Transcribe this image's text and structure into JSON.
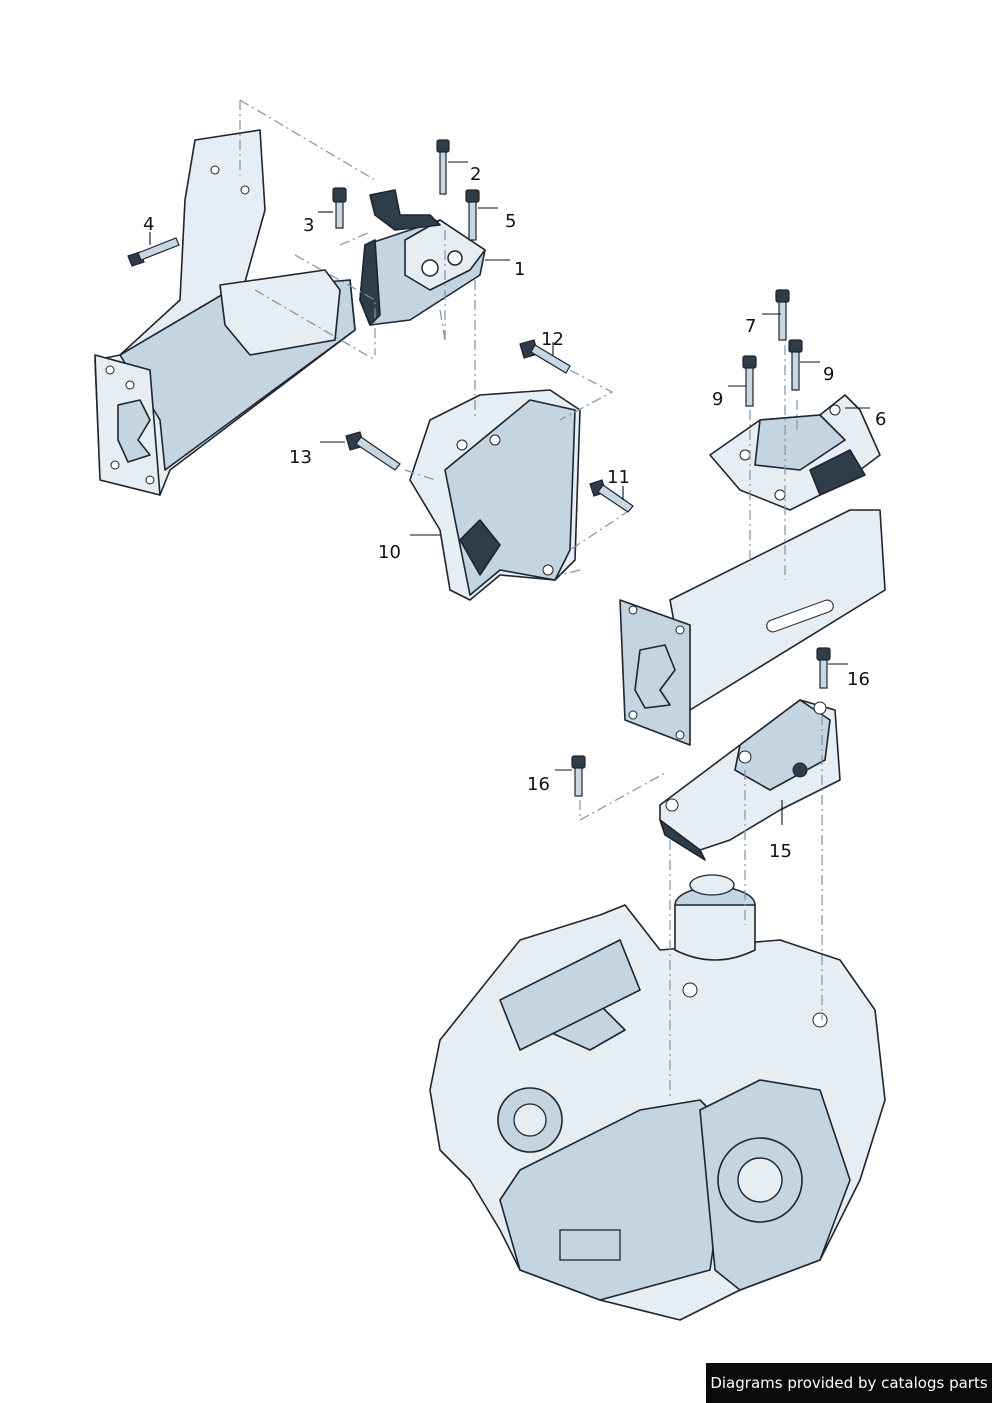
{
  "callouts": {
    "c1": "1",
    "c2": "2",
    "c3": "3",
    "c4": "4",
    "c5": "5",
    "c6": "6",
    "c7": "7",
    "c9a": "9",
    "c9b": "9",
    "c10": "10",
    "c11": "11",
    "c12": "12",
    "c13": "13",
    "c15": "15",
    "c16a": "16",
    "c16b": "16"
  },
  "footer": {
    "credit": "Diagrams provided by catalogs parts"
  },
  "colors": {
    "line": "#1c2530",
    "shade_light": "#e6eef4",
    "shade_mid": "#c4d4e0",
    "shade_dark": "#2f3d4a",
    "dashed_line": "#7f93a6",
    "footer_background": "#0a0a0a"
  }
}
